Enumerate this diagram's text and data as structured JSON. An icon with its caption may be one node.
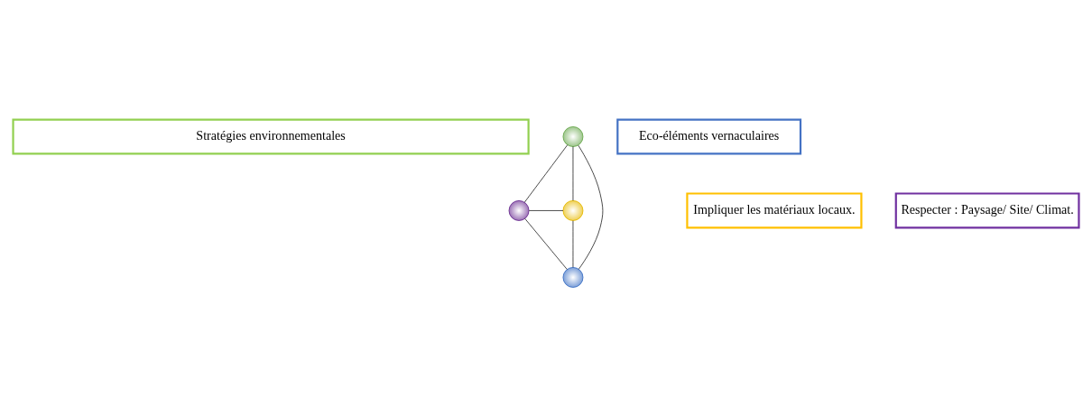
{
  "diagram": {
    "nodes": [
      {
        "text": [
          "Stratégies environnementales"
        ]
      },
      {
        "text": [],
        "shape": "circle"
      },
      {
        "text": [
          "Impliquer les matériaux locaux."
        ]
      },
      {
        "text": [],
        "shape": "circle"
      },
      {
        "text": [
          "Respecter : Paysage/ Site/ Climat."
        ]
      },
      {
        "text": [],
        "shape": "circle"
      },
      {
        "text": [],
        "shape": "circle"
      },
      {
        "text": [
          "Eco-éléments vernaculaires"
        ]
      }
    ],
    "edges": [
      {
        "from": 1,
        "to": 5,
        "arrow": "none"
      },
      {
        "from": 1,
        "to": 6,
        "arrow": "none"
      },
      {
        "from": 1,
        "to": 3,
        "arrow": "none"
      },
      {
        "from": 5,
        "to": 3,
        "arrow": "none"
      },
      {
        "from": 5,
        "to": 6,
        "arrow": "none"
      },
      {
        "from": 3,
        "to": 6,
        "arrow": "none"
      }
    ]
  }
}
